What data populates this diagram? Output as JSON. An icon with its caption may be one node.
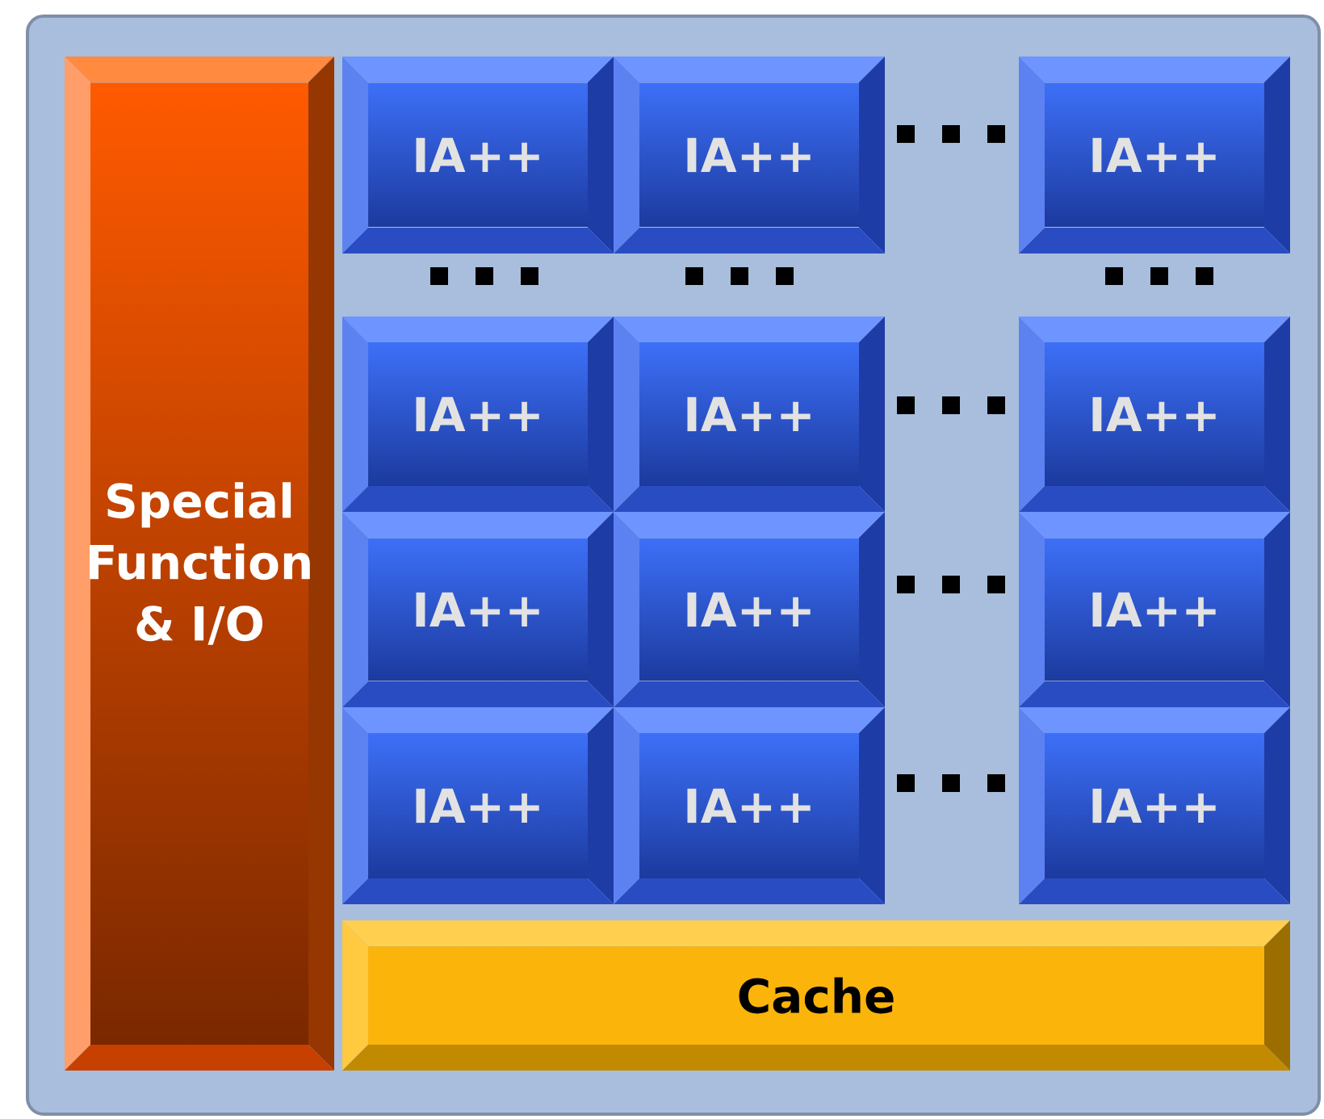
{
  "diagram": {
    "nodes": [
      {
        "text": [
          "Special Function & I/O"
        ]
      },
      {
        "text": [
          "IA++"
        ]
      },
      {
        "text": [
          "IA++"
        ]
      },
      {
        "text": [
          "IA++"
        ]
      },
      {
        "text": [
          "IA++"
        ]
      },
      {
        "text": [
          "IA++"
        ]
      },
      {
        "text": [
          "IA++"
        ]
      },
      {
        "text": [
          "IA++"
        ]
      },
      {
        "text": [
          "IA++"
        ]
      },
      {
        "text": [
          "IA++"
        ]
      },
      {
        "text": [
          "IA++"
        ]
      },
      {
        "text": [
          "IA++"
        ]
      },
      {
        "text": [
          "IA++"
        ]
      },
      {
        "text": [
          "Cache"
        ]
      }
    ]
  }
}
